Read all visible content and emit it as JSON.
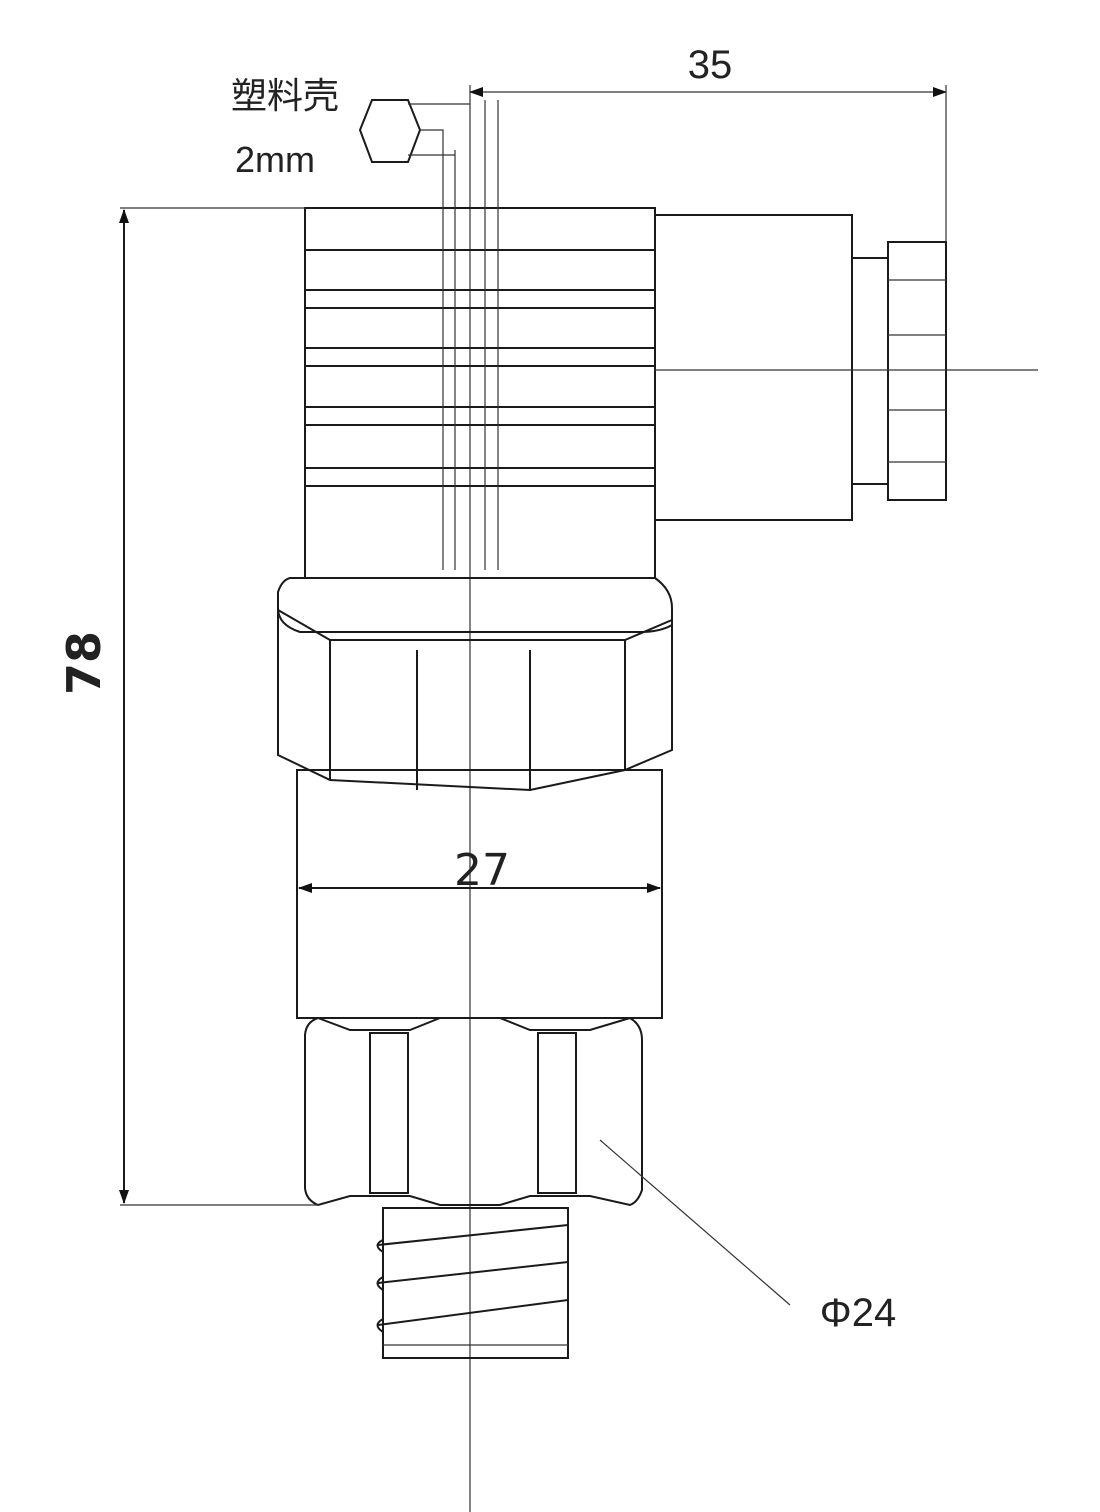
{
  "drawing": {
    "note_top": "塑料壳",
    "note_thickness": "2mm",
    "dim_width_connector": "35",
    "dim_height_total": "78",
    "dim_body_width": "27",
    "dim_hex_diameter": "Φ24"
  },
  "colors": {
    "line": "#1a1a1a",
    "background": "#ffffff"
  }
}
